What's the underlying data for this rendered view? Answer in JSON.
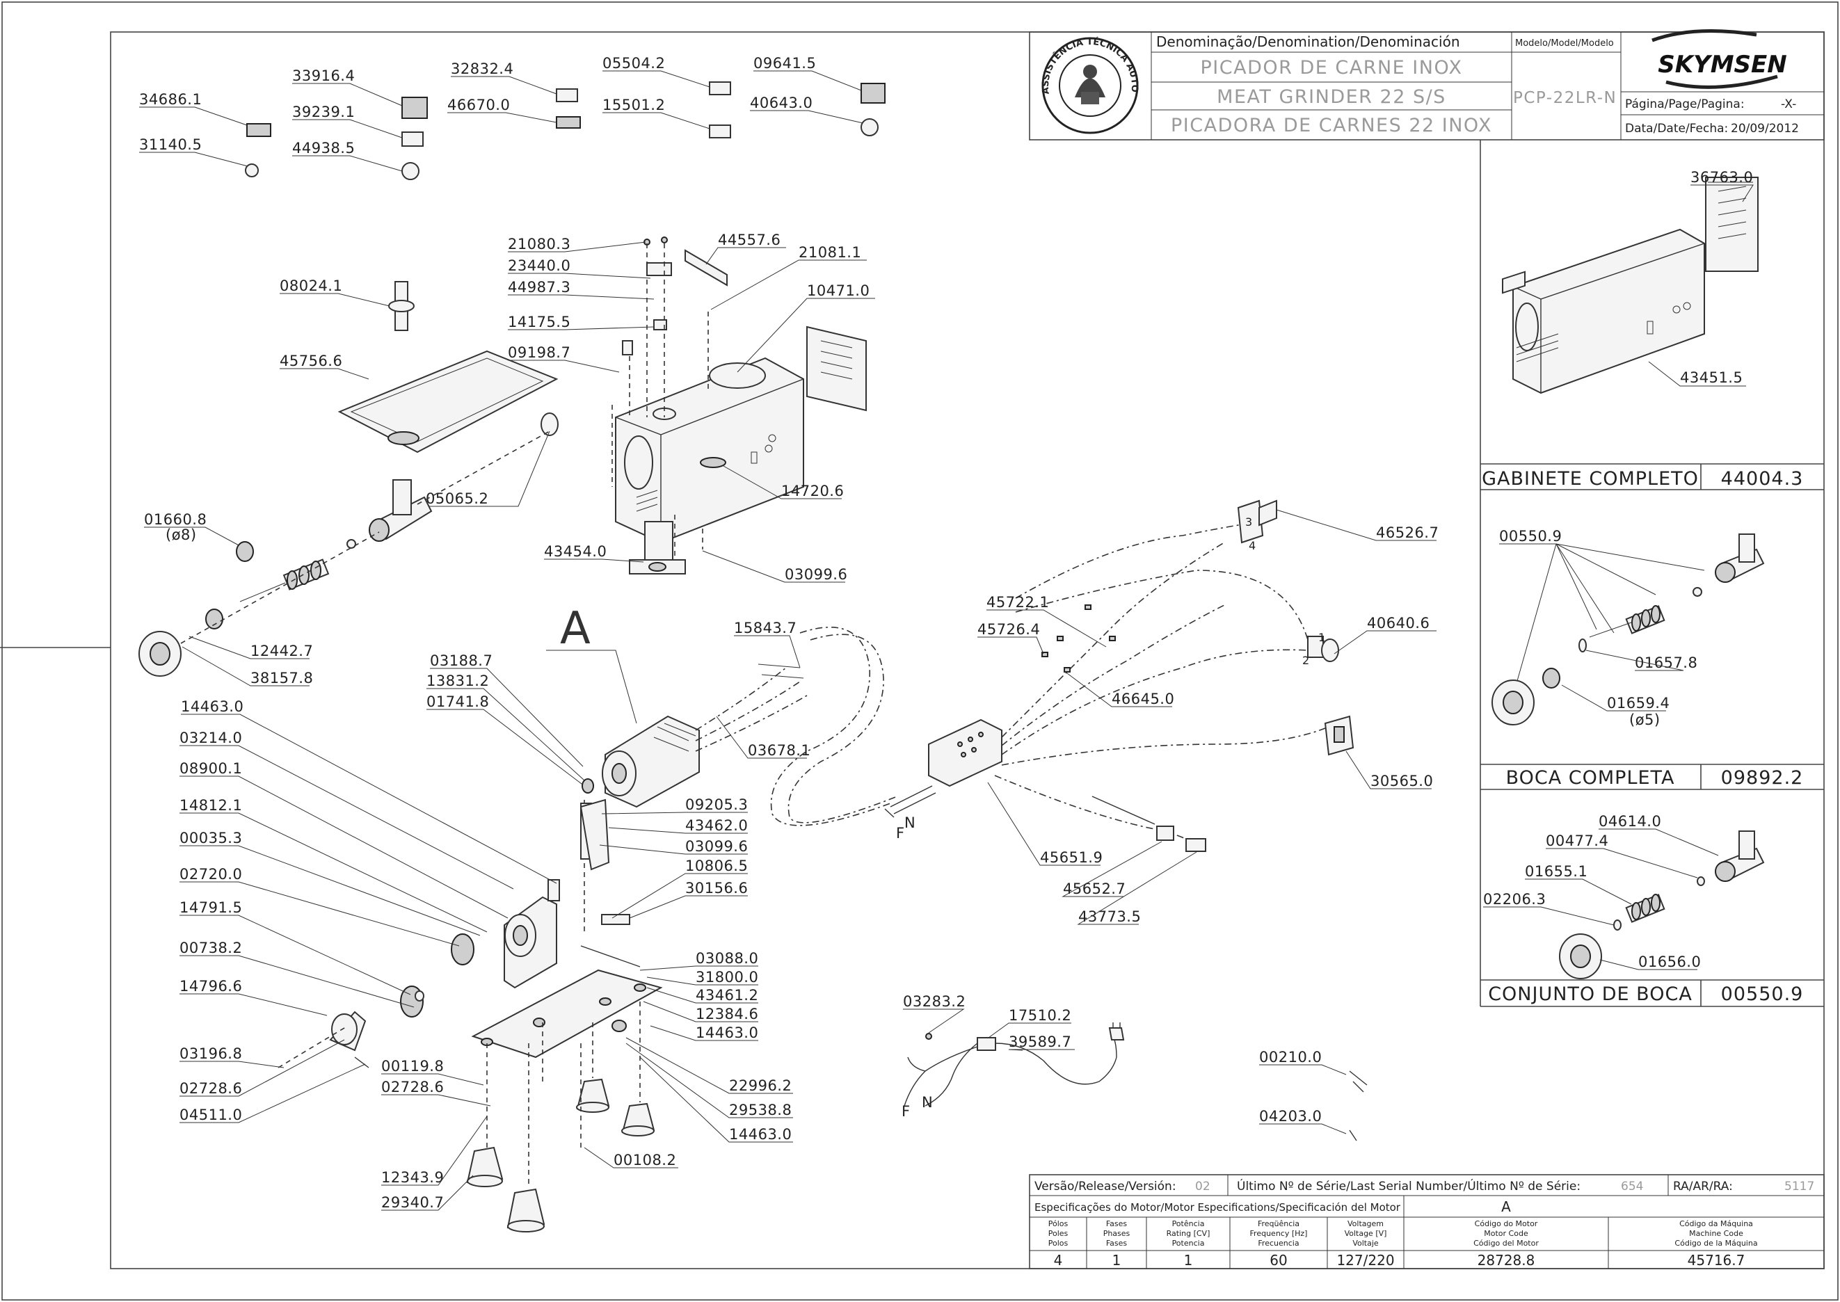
{
  "title_block": {
    "denomination_header": "Denominação/Denomination/Denominación",
    "model_header": "Modelo/Model/Modelo",
    "name_pt": "PICADOR DE CARNE INOX",
    "name_en": "MEAT GRINDER 22 S/S",
    "name_es": "PICADORA DE CARNES 22 INOX",
    "model": "PCP-22LR-N",
    "brand": "SKYMSEN",
    "page_label": "Página/Page/Pagina:",
    "page_value": "-X-",
    "date_label": "Data/Date/Fecha:",
    "date_value": "20/09/2012",
    "seal_text": "ASSISTÊNCIA TÉCNICA AUTORIZADA"
  },
  "labels": {
    "l34686_1": "34686.1",
    "l31140_5": "31140.5",
    "l33916_4": "33916.4",
    "l39239_1": "39239.1",
    "l44938_5": "44938.5",
    "l32832_4": "32832.4",
    "l46670_0": "46670.0",
    "l05504_2": "05504.2",
    "l15501_2": "15501.2",
    "l09641_5": "09641.5",
    "l40643_0": "40643.0",
    "l08024_1": "08024.1",
    "l45756_6": "45756.6",
    "l05065_2": "05065.2",
    "l01660_8": "01660.8",
    "l01660_8_note": "(ø8)",
    "l12442_7": "12442.7",
    "l38157_8": "38157.8",
    "l21080_3": "21080.3",
    "l23440_0": "23440.0",
    "l44987_3": "44987.3",
    "l14175_5": "14175.5",
    "l09198_7": "09198.7",
    "l44557_6": "44557.6",
    "l21081_1": "21081.1",
    "l10471_0": "10471.0",
    "l14720_6": "14720.6",
    "l43454_0": "43454.0",
    "l03099_6a": "03099.6",
    "l_A": "A",
    "l15843_7": "15843.7",
    "l03188_7": "03188.7",
    "l13831_2": "13831.2",
    "l01741_8": "01741.8",
    "l03678_1": "03678.1",
    "l14463_0a": "14463.0",
    "l03214_0": "03214.0",
    "l08900_1": "08900.1",
    "l14812_1": "14812.1",
    "l00035_3": "00035.3",
    "l02720_0": "02720.0",
    "l14791_5": "14791.5",
    "l00738_2": "00738.2",
    "l14796_6": "14796.6",
    "l03196_8": "03196.8",
    "l02728_6a": "02728.6",
    "l04511_0": "04511.0",
    "l00119_8": "00119.8",
    "l02728_6b": "02728.6",
    "l12343_9": "12343.9",
    "l29340_7": "29340.7",
    "l09205_3": "09205.3",
    "l43462_0": "43462.0",
    "l03099_6b": "03099.6",
    "l10806_5": "10806.5",
    "l30156_6": "30156.6",
    "l03088_0": "03088.0",
    "l31800_0": "31800.0",
    "l43461_2": "43461.2",
    "l12384_6": "12384.6",
    "l14463_0b": "14463.0",
    "l22996_2": "22996.2",
    "l29538_8": "29538.8",
    "l14463_0c": "14463.0",
    "l00108_2": "00108.2",
    "l46526_7": "46526.7",
    "l45722_1": "45722.1",
    "l45726_4": "45726.4",
    "l40640_6": "40640.6",
    "l46645_0": "46645.0",
    "l30565_0": "30565.0",
    "l45651_9": "45651.9",
    "l45652_7": "45652.7",
    "l43773_5": "43773.5",
    "wire_F1": "F",
    "wire_N1": "N",
    "sw_3": "3",
    "sw_4": "4",
    "pb_1": "1",
    "pb_2": "2",
    "l03283_2": "03283.2",
    "l17510_2": "17510.2",
    "l39589_7": "39589.7",
    "wire_F2": "F",
    "wire_N2": "N",
    "l00210_0": "00210.0",
    "l04203_0": "04203.0",
    "l36763_0": "36763.0",
    "l43451_5": "43451.5",
    "l00550_9": "00550.9",
    "l01657_8": "01657.8",
    "l01659_4": "01659.4",
    "l01659_4_note": "(ø5)",
    "l04614_0": "04614.0",
    "l00477_4": "00477.4",
    "l01655_1": "01655.1",
    "l02206_3": "02206.3",
    "l01656_0": "01656.0"
  },
  "assemblies": [
    {
      "name": "GABINETE COMPLETO",
      "code": "44004.3"
    },
    {
      "name": "BOCA COMPLETA",
      "code": "09892.2"
    },
    {
      "name": "CONJUNTO DE BOCA",
      "code": "00550.9"
    }
  ],
  "bottom_block": {
    "version_label": "Versão/Release/Versión:",
    "version_value": "02",
    "serial_label": "Último Nº de Série/Last Serial Number/Último Nº de Série:",
    "serial_value": "654",
    "ra_label": "RA/AR/RA:",
    "ra_value": "5117",
    "motor_spec_label": "Especificações do Motor/Motor Especifications/Specificación del Motor",
    "motor_ref": "A",
    "col_poles": "Pólos\nPoles\nPolos",
    "col_phases": "Fases\nPhases\nFases",
    "col_power": "Potência\nRating [CV]\nPotencia",
    "col_freq": "Freqüência\nFrequency [Hz]\nFrecuencia",
    "col_volt": "Voltagem\nVoltage [V]\nVoltaje",
    "col_motor_code": "Código do Motor\nMotor Code\nCódigo del Motor",
    "col_machine_code": "Código da Máquina\nMachine Code\nCódigo de la Máquina",
    "poles": "4",
    "phases": "1",
    "power": "1",
    "frequency": "60",
    "voltage": "127/220",
    "motor_code": "28728.8",
    "machine_code": "45716.7"
  }
}
